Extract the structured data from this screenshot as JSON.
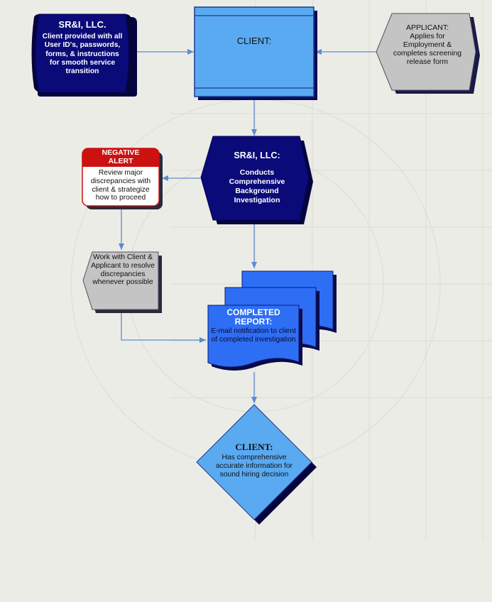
{
  "nodes": {
    "srni_provider": {
      "title": "SR&I, LLC.",
      "text": "Client provided with all User ID's, passwords, forms, & instructions for smooth service transition"
    },
    "client_top": {
      "title": "CLIENT:"
    },
    "applicant": {
      "title": "APPLICANT:",
      "text": "Applies for Employment & completes screening release form"
    },
    "srni_investigation": {
      "title": "SR&I, LLC:",
      "text": "Conducts Comprehensive Background Investigation"
    },
    "negative_alert": {
      "title": "NEGATIVE ALERT",
      "text": "Review major discrepancies with client & strategize how to proceed"
    },
    "resolve": {
      "text": "Work with Client & Applicant to resolve discrepancies whenever possible"
    },
    "completed_report": {
      "title": "COMPLETED REPORT:",
      "text": "E-mail notification to client of completed investigation"
    },
    "client_final": {
      "title": "CLIENT:",
      "text": "Has comprehensive accurate information for sound hiring decision"
    }
  },
  "colors": {
    "navy": "#0a0a78",
    "light_blue": "#5aaaf2",
    "medium_blue": "#2d6ef5",
    "gray": "#c4c4c4",
    "red": "#cc1111",
    "arrow": "#5b8bd0",
    "background": "#ecece6"
  }
}
